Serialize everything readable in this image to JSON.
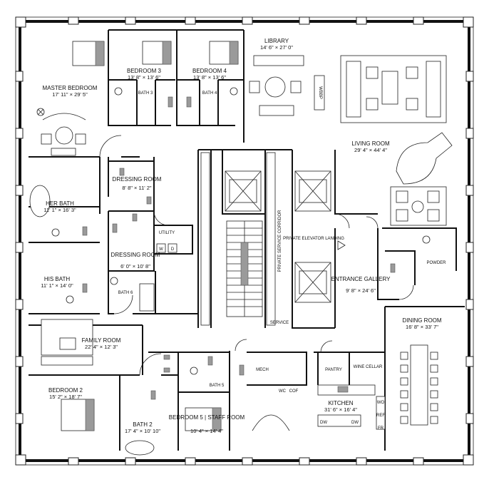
{
  "rooms": {
    "library": {
      "name": "LIBRARY",
      "dim": "14' 6\" × 27' 0\""
    },
    "bedroom3": {
      "name": "BEDROOM 3",
      "dim": "13' 8\" × 13' 6\""
    },
    "bedroom4": {
      "name": "BEDROOM 4",
      "dim": "13' 8\" × 13' 6\""
    },
    "master_bedroom": {
      "name": "MASTER BEDROOM",
      "dim": "17' 11\" × 29' 5\""
    },
    "living_room": {
      "name": "LIVING ROOM",
      "dim": "29' 4\" × 44' 4\""
    },
    "dressing_room_1": {
      "name": "DRESSING ROOM",
      "dim": "8' 8\" × 11' 2\""
    },
    "her_bath": {
      "name": "HER BATH",
      "dim": "11' 1\" × 16' 3\""
    },
    "dressing_room_2": {
      "name": "DRESSING ROOM",
      "dim": "6' 0\" × 10' 8\""
    },
    "his_bath": {
      "name": "HIS BATH",
      "dim": "11' 1\" × 14' 0\""
    },
    "entrance_gallery": {
      "name": "ENTRANCE GALLERY",
      "dim": "9' 8\" × 24' 6\""
    },
    "family_room": {
      "name": "FAMILY ROOM",
      "dim": "22' 4\" × 12' 3\""
    },
    "dining_room": {
      "name": "DINING ROOM",
      "dim": "16' 8\" × 33' 7\""
    },
    "bedroom2": {
      "name": "BEDROOM 2",
      "dim": "15' 2\" × 18' 7\""
    },
    "bath2": {
      "name": "BATH 2",
      "dim": "17' 4\" × 10' 10\""
    },
    "bedroom5": {
      "name": "BEDROOM 5 | STAFF ROOM",
      "dim": "10' 4\" × 14' 4\""
    },
    "kitchen": {
      "name": "KITCHEN",
      "dim": "31' 6\" × 16' 4\""
    }
  },
  "labels": {
    "bath3": "BATH 3",
    "bath4": "BATH 4",
    "bath5": "BATH 5",
    "bath6": "BATH 6",
    "wbbp": "WBBP",
    "utility": "UTILITY",
    "washer": "W",
    "dryer": "D",
    "private_service_corridor": "PRIVATE SERVICE CORRIDOR",
    "private_elevator_landing": "PRIVATE ELEVATOR LANDING",
    "service": "SERVICE",
    "powder": "POWDER",
    "mech": "MECH",
    "wc": "WC",
    "cof": "COF",
    "pantry": "PANTRY",
    "wine_cellar": "WINE CELLAR",
    "dw_left": "DW",
    "dw_right": "DW",
    "ref": "REF",
    "wo": "WO",
    "fr": "FR"
  }
}
